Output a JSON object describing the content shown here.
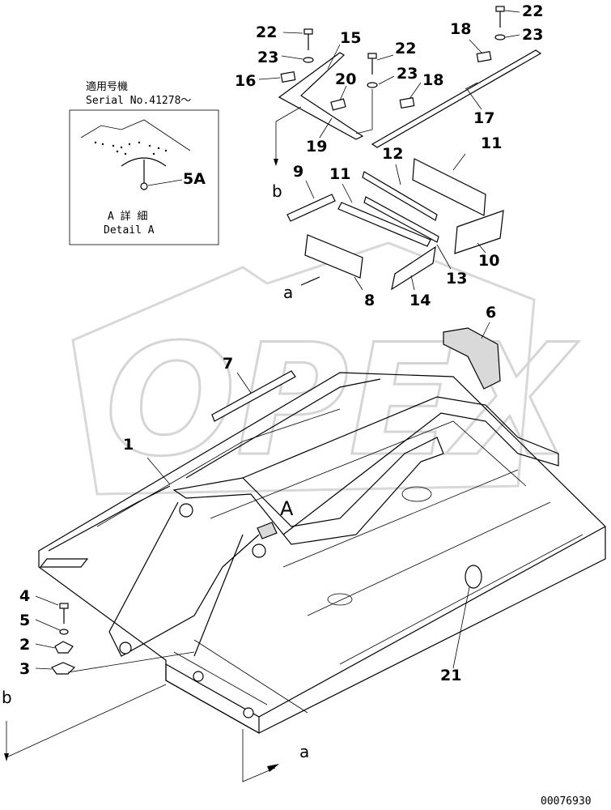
{
  "detail_box": {
    "jp_applicable": "適用号機",
    "serial": "Serial No.41278～",
    "jp_detail": "A 詳 細",
    "detail": "Detail A"
  },
  "callouts": {
    "c1": "1",
    "c2": "2",
    "c3": "3",
    "c4": "4",
    "c5": "5",
    "c5a": "5A",
    "c6": "6",
    "c7": "7",
    "c8": "8",
    "c9": "9",
    "c10": "10",
    "c11a": "11",
    "c11b": "11",
    "c12": "12",
    "c13": "13",
    "c14": "14",
    "c15": "15",
    "c16": "16",
    "c17": "17",
    "c18a": "18",
    "c18b": "18",
    "c19": "19",
    "c20": "20",
    "c21": "21",
    "c22a": "22",
    "c22b": "22",
    "c22c": "22",
    "c23a": "23",
    "c23b": "23",
    "c23c": "23"
  },
  "view_letters": {
    "a1": "a",
    "a2": "a",
    "b1": "b",
    "b2": "b",
    "A": "A"
  },
  "watermark": "OPEX",
  "drawing_number": "00076930"
}
